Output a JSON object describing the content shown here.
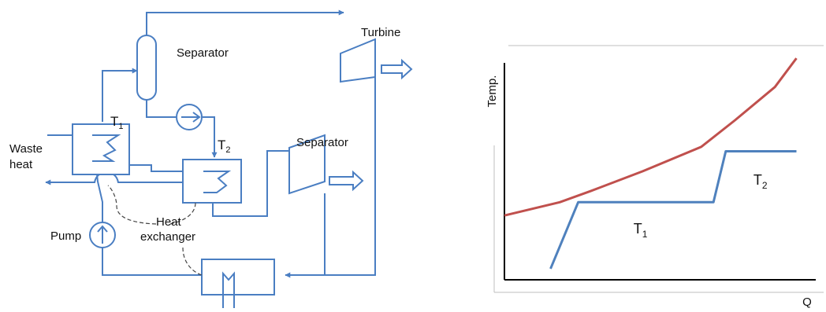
{
  "colors": {
    "pipe": "#4a7ec2",
    "hot_curve": "#c0504d",
    "cold_curve": "#4f81bd",
    "axis": "#000000",
    "frame": "#bfbfbf",
    "pointer": "#444444"
  },
  "schematic": {
    "labels": {
      "separator_top": "Separator",
      "turbine": "Turbine",
      "separator_mid": "Separator",
      "waste_heat_line1": "Waste",
      "waste_heat_line2": "heat",
      "t1_base": "T",
      "t1_sub": "1",
      "t2_base": "T",
      "t2_sub": "2",
      "heat_exchanger_line1": "Heat",
      "heat_exchanger_line2": "exchanger",
      "pump": "Pump"
    }
  },
  "chart_data": {
    "type": "line",
    "xlabel": "Q",
    "ylabel": "Temp.",
    "series": [
      {
        "key": "hot",
        "x": [
          0,
          18,
          28,
          45,
          64,
          75,
          88,
          95
        ],
        "y": [
          24,
          30,
          35,
          44,
          55,
          67,
          82,
          95
        ]
      },
      {
        "key": "cold",
        "x": [
          15,
          24,
          68,
          72,
          95
        ],
        "y": [
          0,
          30,
          30,
          53,
          53
        ]
      }
    ],
    "annotations": [
      {
        "base": "T",
        "sub": "1",
        "x": 42,
        "y": 16
      },
      {
        "base": "T",
        "sub": "2",
        "x": 81,
        "y": 38
      }
    ],
    "xlim": [
      0,
      100
    ],
    "ylim": [
      -5,
      100
    ],
    "grid": false,
    "legend": "none"
  }
}
